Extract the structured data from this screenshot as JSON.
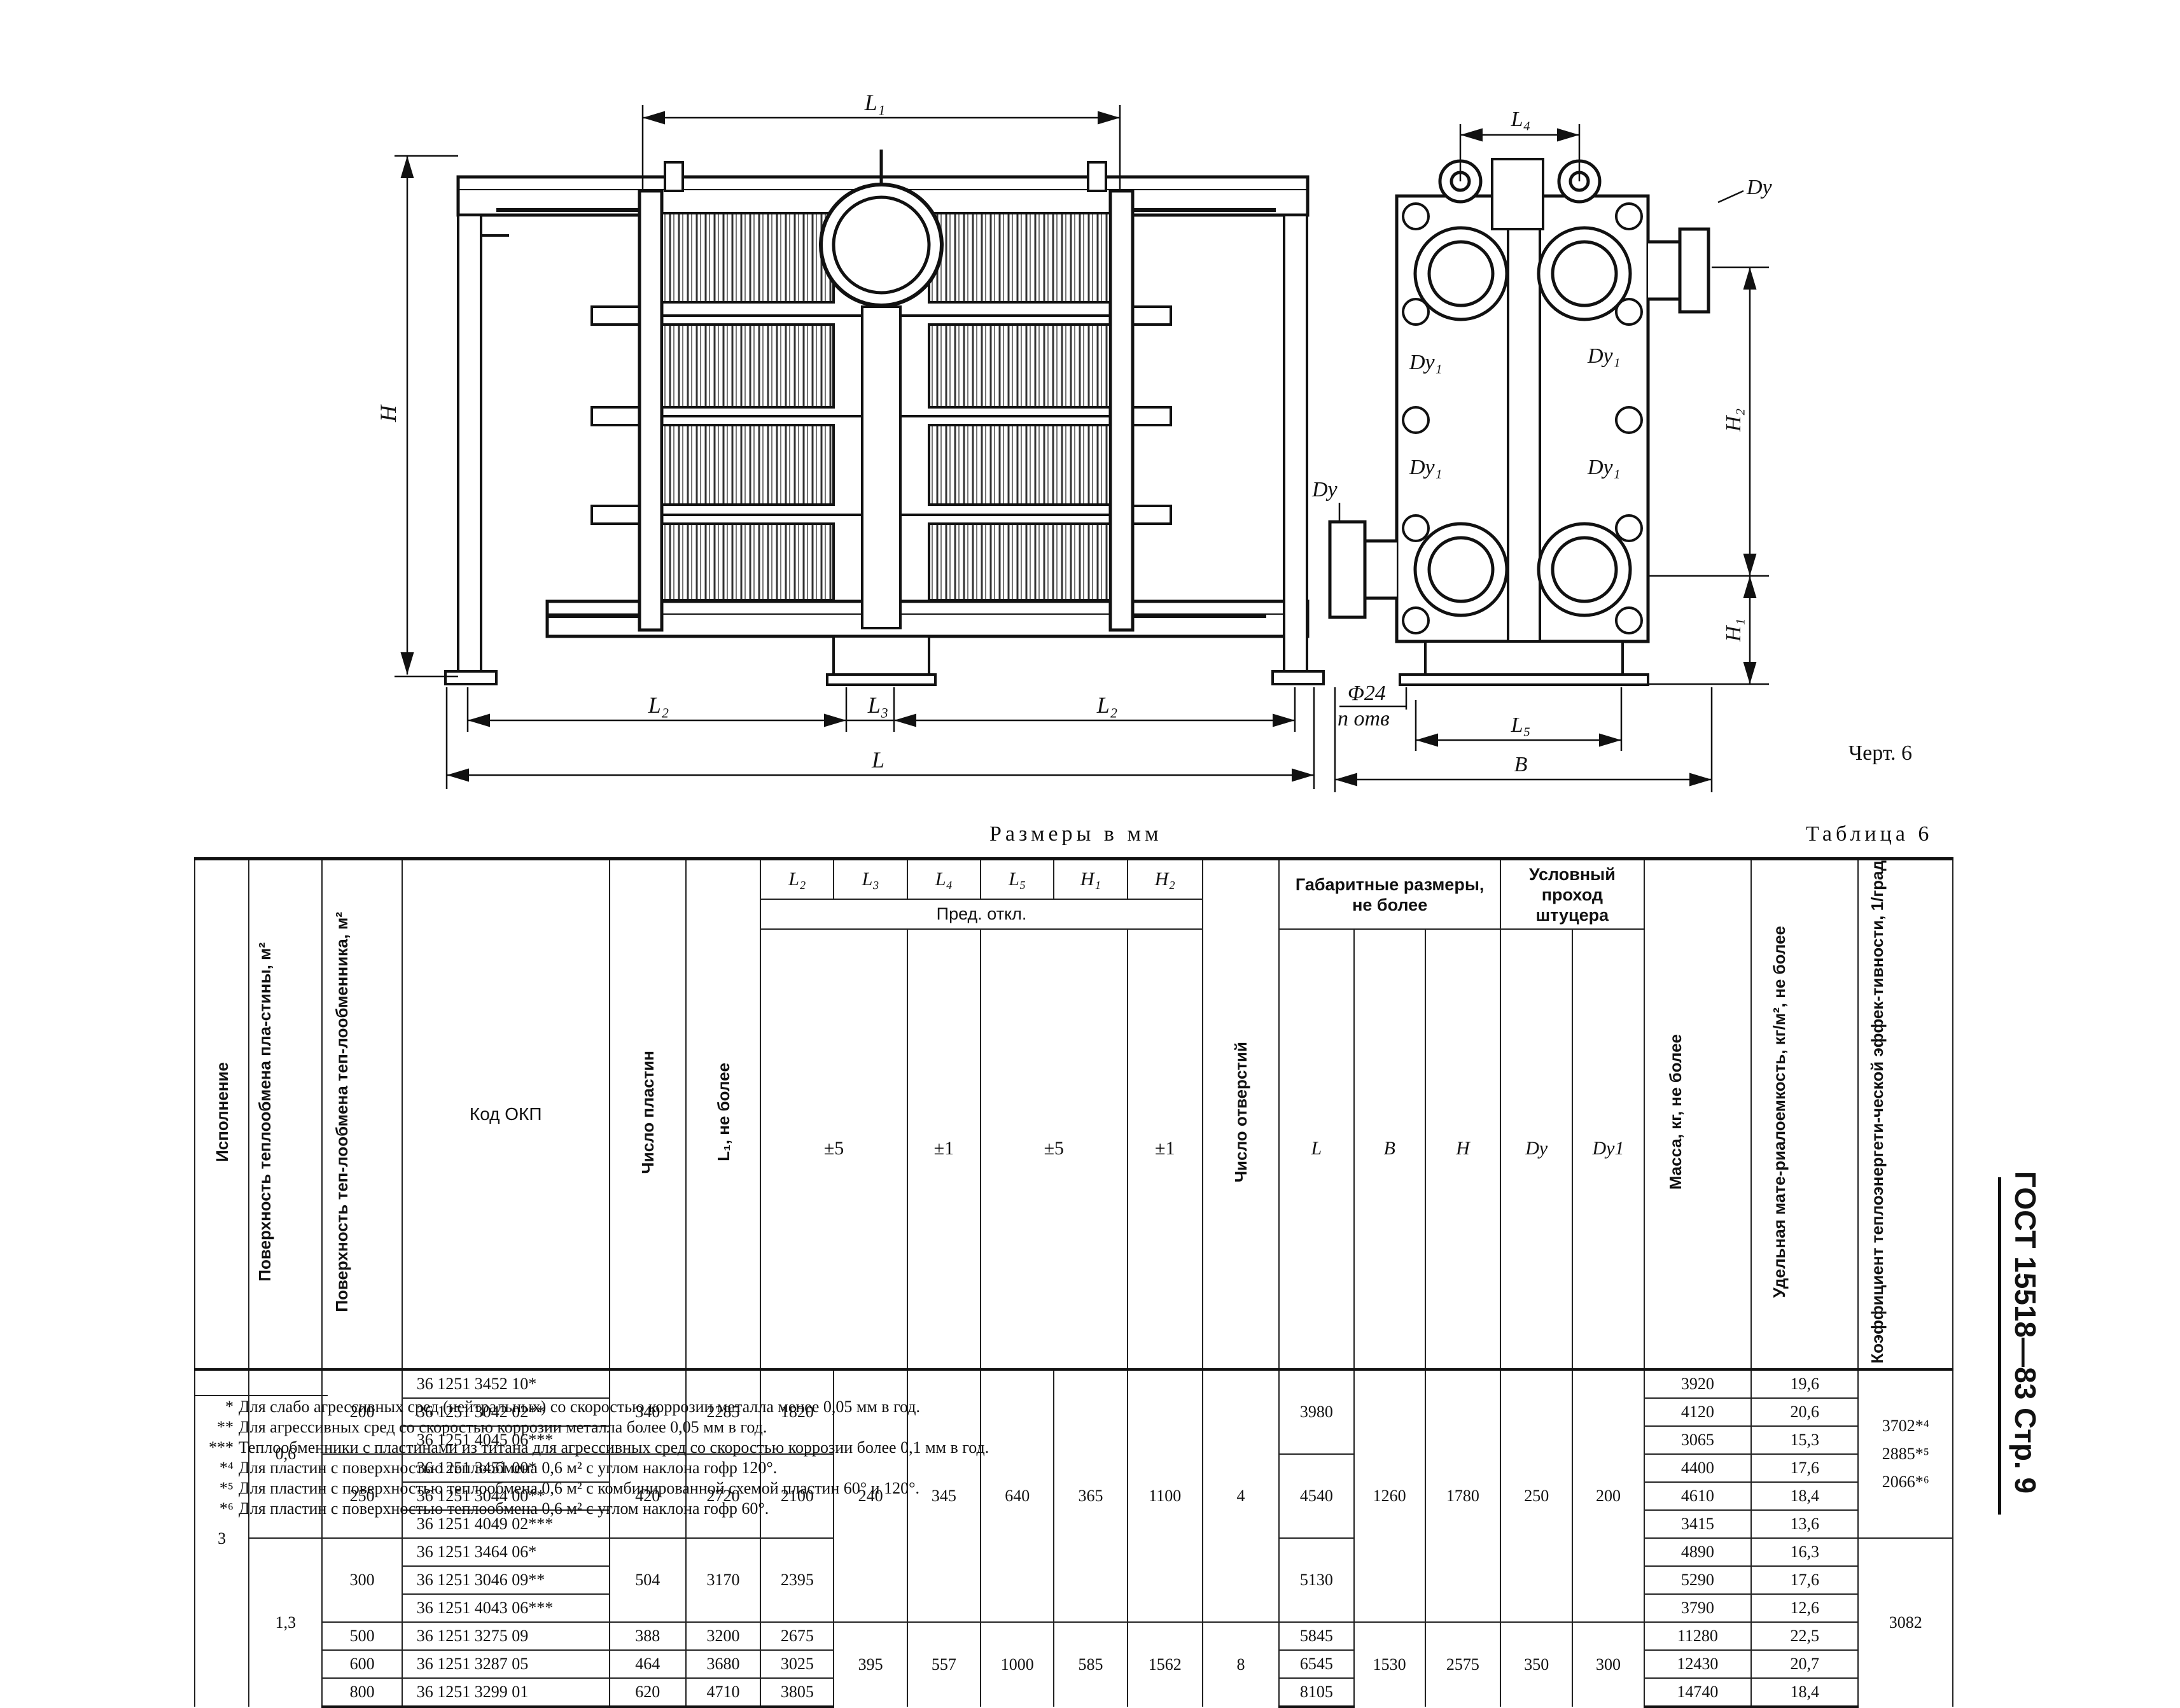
{
  "drawing": {
    "caption": "Черт. 6",
    "front_view_labels": {
      "L1": "L₁",
      "L2_left": "L₂",
      "L3": "L₃",
      "L2_right": "L₂",
      "L": "L",
      "H": "H"
    },
    "side_view_labels": {
      "L4": "L₄",
      "Dy_top": "Dу",
      "Dy_left": "Dу",
      "Dy1_a": "Dу₁",
      "Dy1_b": "Dу₁",
      "Dy1_c": "Dу₁",
      "Dy1_d": "Dу₁",
      "H1": "H₁",
      "H2": "H₂",
      "hole_d": "Φ24",
      "hole_n": "n отв",
      "L5": "L₅",
      "B": "B"
    }
  },
  "table": {
    "units_caption": "Размеры в мм",
    "caption": "Таблица 6",
    "headers": {
      "version": "Исполнение",
      "plate_surface": "Поверхность теплообмена пла-стины, м²",
      "hx_surface": "Поверхность теп-лообмена теп-лообменника, м²",
      "okp_code": "Код ОКП",
      "plate_count": "Число пластин",
      "L1": "L₁, не более",
      "L2": "L₂",
      "L3": "L₃",
      "L4": "L₄",
      "L5": "L₅",
      "H1": "H₁",
      "H2": "H₂",
      "tolerance": "Пред. откл.",
      "tol_a": "±5",
      "tol_b": "±1",
      "tol_c": "±5",
      "tol_d": "±1",
      "holes": "Число отверстий",
      "overall": "Габаритные размеры, не более",
      "L": "L",
      "B": "B",
      "H": "H",
      "nominal_bore": "Условный проход штуцера",
      "Dy": "Dу",
      "Dy1": "Dу1",
      "mass": "Масса, кг, не более",
      "specific_mass": "Удельная мате-риалоемкость, кг/м², не более",
      "coef": "Коэффициент теплоэнергети-ческой эффек-тивности, 1/град"
    },
    "version": "3",
    "plate_surfaces": [
      "0,6",
      "1,3"
    ],
    "groups": [
      {
        "hx": "200",
        "n": "340",
        "L1": "2285",
        "L2": "1820",
        "L": "3980"
      },
      {
        "hx": "250",
        "n": "420",
        "L1": "2720",
        "L2": "2100",
        "L": "4540"
      },
      {
        "hx": "300",
        "n": "504",
        "L1": "3170",
        "L2": "2395",
        "L": "5130"
      }
    ],
    "codes": [
      "36 1251 3452 10*",
      "36 1251 3042 02**",
      "36 1251 4045 06***",
      "36 1251 3451 00*",
      "36 1251 3044 00**",
      "36 1251 4049 02***",
      "36 1251 3464 06*",
      "36 1251 3046 09**",
      "36 1251 4043 06***"
    ],
    "masses": [
      "3920",
      "4120",
      "3065",
      "4400",
      "4610",
      "3415",
      "4890",
      "5290",
      "3790"
    ],
    "specific": [
      "19,6",
      "20,6",
      "15,3",
      "17,6",
      "18,4",
      "13,6",
      "16,3",
      "17,6",
      "12,6"
    ],
    "mid_block": {
      "L3": "240",
      "L4": "345",
      "L5": "640",
      "H1": "365",
      "H2": "1100",
      "holes": "4",
      "B": "1260",
      "H": "1780",
      "Dy": "250",
      "Dy1": "200"
    },
    "coef_small": [
      "3702*⁴",
      "2885*⁵",
      "2066*⁶"
    ],
    "coef_large": "3082",
    "big_rows": [
      {
        "hx": "500",
        "code": "36 1251 3275 09",
        "n": "388",
        "L1": "3200",
        "L2": "2675",
        "L": "5845",
        "mass": "11280",
        "specific": "22,5"
      },
      {
        "hx": "600",
        "code": "36 1251 3287 05",
        "n": "464",
        "L1": "3680",
        "L2": "3025",
        "L": "6545",
        "mass": "12430",
        "specific": "20,7"
      },
      {
        "hx": "800",
        "code": "36 1251 3299 01",
        "n": "620",
        "L1": "4710",
        "L2": "3805",
        "L": "8105",
        "mass": "14740",
        "specific": "18,4"
      }
    ],
    "big_block": {
      "L3": "395",
      "L4": "557",
      "L5": "1000",
      "H1": "585",
      "H2": "1562",
      "holes": "8",
      "B": "1530",
      "H": "2575",
      "Dy": "350",
      "Dy1": "300"
    }
  },
  "footnotes": [
    {
      "mark": "*",
      "text": "Для слабо агрессивных сред (нейтральных) со скоростью коррозии металла менее 0,05 мм в год."
    },
    {
      "mark": "**",
      "text": "Для агрессивных сред со скоростью коррозии металла более 0,05 мм в год."
    },
    {
      "mark": "***",
      "text": "Теплообменники с пластинами из титана для агрессивных сред со скоростью коррозии более 0,1 мм в год."
    },
    {
      "mark": "*⁴",
      "text": "Для пластин с поверхностью теплообмена 0,6 м² с углом наклона гофр 120°."
    },
    {
      "mark": "*⁵",
      "text": "Для пластин с поверхностью теплообмена 0,6 м² с комбинированной схемой пластин 60° и 120°."
    },
    {
      "mark": "*⁶",
      "text": "Для пластин с поверхностью теплообмена 0,6 м² с углом наклона гофр 60°."
    }
  ],
  "page_header": "ГОСТ 15518—83 Стр. 9"
}
